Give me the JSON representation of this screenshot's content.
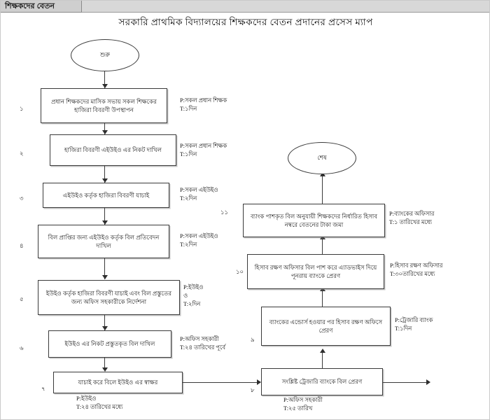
{
  "header": {
    "tab_label": "শিক্ষকদের বেতন"
  },
  "title": "সরকারি প্রাথমিক বিদ্যালয়ের শিক্ষকদের বেতন প্রদানের প্রসেস ম্যাপ",
  "terminators": {
    "start": "শুরু",
    "end": "শেষ"
  },
  "steps": [
    {
      "num": "১",
      "text": "প্রধান শিক্ষকদের মাসিক সভায় সকল শিক্ষকের হাজিরা বিবরণী উপস্থাপন",
      "pt": "P:সকল প্রধান শিক্ষক\nT:১দিন"
    },
    {
      "num": "২",
      "text": "হাজিরা বিবরণী এইউইও এর নিকট দাখিল",
      "pt": "P:সকল প্রধান শিক্ষক\nT:১দিন"
    },
    {
      "num": "৩",
      "text": "এইউইও কর্তৃক হাজিরা বিবরণী যাচাই",
      "pt": "P:সকল এইউইও\nT:২দিন"
    },
    {
      "num": "৪",
      "text": "বিল প্রাপ্তির জন্য এইউইও কর্তৃক বিল প্রতিবেদন দাখিল",
      "pt": "P:সকল এইউইও\nT:২দিন"
    },
    {
      "num": "৫",
      "text": "ইউইও কর্তৃক হাজিরা বিবরণী যাচাই এবং বিল প্রস্তুতের জন্য অফিস সহকারীকে নির্দেশনা",
      "pt": "P:ইউইও\nও\nT:২দিন"
    },
    {
      "num": "৬",
      "text": "ইউইও এর নিকট প্রস্তুতকৃত বিল দাখিল",
      "pt": "P:অফিস সহকারী\nT:২৪ তারিখের পূর্বে"
    },
    {
      "num": "৭",
      "text": "যাচাই করে বিলে ইউইও এর স্বাক্ষর",
      "pt": "P:ইউইও\nT:২৪ তারিখের মধ্যে"
    },
    {
      "num": "৮",
      "text": "সংশ্লিষ্ট ট্রেজারি ব্যাংকে বিল প্রেরণ",
      "pt": "P:অফিস সহকারী\nT:২৫ তারিখ"
    },
    {
      "num": "৯",
      "text": "ব্যাংকের এন্ডোর্স হওয়ার পর হিসাব রক্ষণ অফিসে প্রেরণ",
      "pt": "P:ট্রেজারি ব্যাংক\nT:১দিন"
    },
    {
      "num": "১০",
      "text": "হিসাব রক্ষণ অফিসার বিল পাশ করে এ্যাডভাইস দিয়ে পূনরায় ব্যাংকে প্রেরণ",
      "pt": "P:হিসাব রক্ষণ অফিসার\nT:৩০তারিখের মধ্যে"
    },
    {
      "num": "১১",
      "text": "ব্যাংক পাশকৃত বিল অনুযায়ী শিক্ষকদের নির্ধারিত হিসাব নম্বরে বেতনের টাকা জমা",
      "pt": "P:ব্যাংকের অফিসার\nT:১ তারিখের মধ্যে"
    }
  ]
}
